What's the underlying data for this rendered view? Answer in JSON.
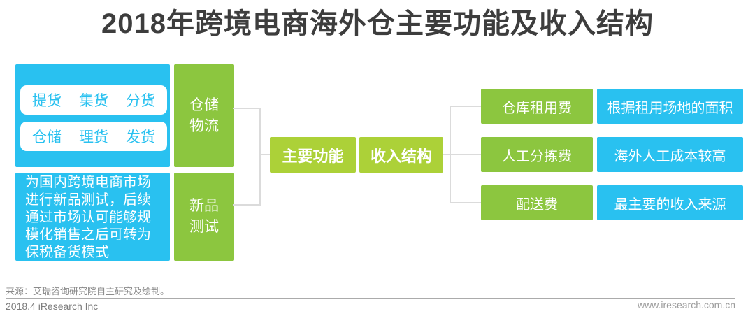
{
  "title": "2018年跨境电商海外仓主要功能及收入结构",
  "colors": {
    "cyan": "#29C1F0",
    "green": "#8CC63F",
    "center_green": "#ACD138",
    "connector": "#DBDBDB",
    "title_text": "#3D3D3D"
  },
  "left_group": {
    "pills": [
      [
        "提货",
        "集货",
        "分货"
      ],
      [
        "仓储",
        "理货",
        "发货"
      ]
    ],
    "warehouse_label": "仓储物流",
    "description": "为国内跨境电商市场进行新品测试，后续通过市场认可能够规模化销售之后可转为保税备货模式",
    "testing_label": "新品测试"
  },
  "center": {
    "main_functions": "主要功能",
    "revenue_structure": "收入结构"
  },
  "revenue_rows": [
    {
      "name": "仓库租用费",
      "note": "根据租用场地的面积"
    },
    {
      "name": "人工分拣费",
      "note": "海外人工成本较高"
    },
    {
      "name": "配送费",
      "note": "最主要的收入来源"
    }
  ],
  "footer": {
    "source": "来源：艾瑞咨询研究院自主研究及绘制。",
    "company": "2018.4 iResearch Inc",
    "website": "www.iresearch.com.cn"
  }
}
